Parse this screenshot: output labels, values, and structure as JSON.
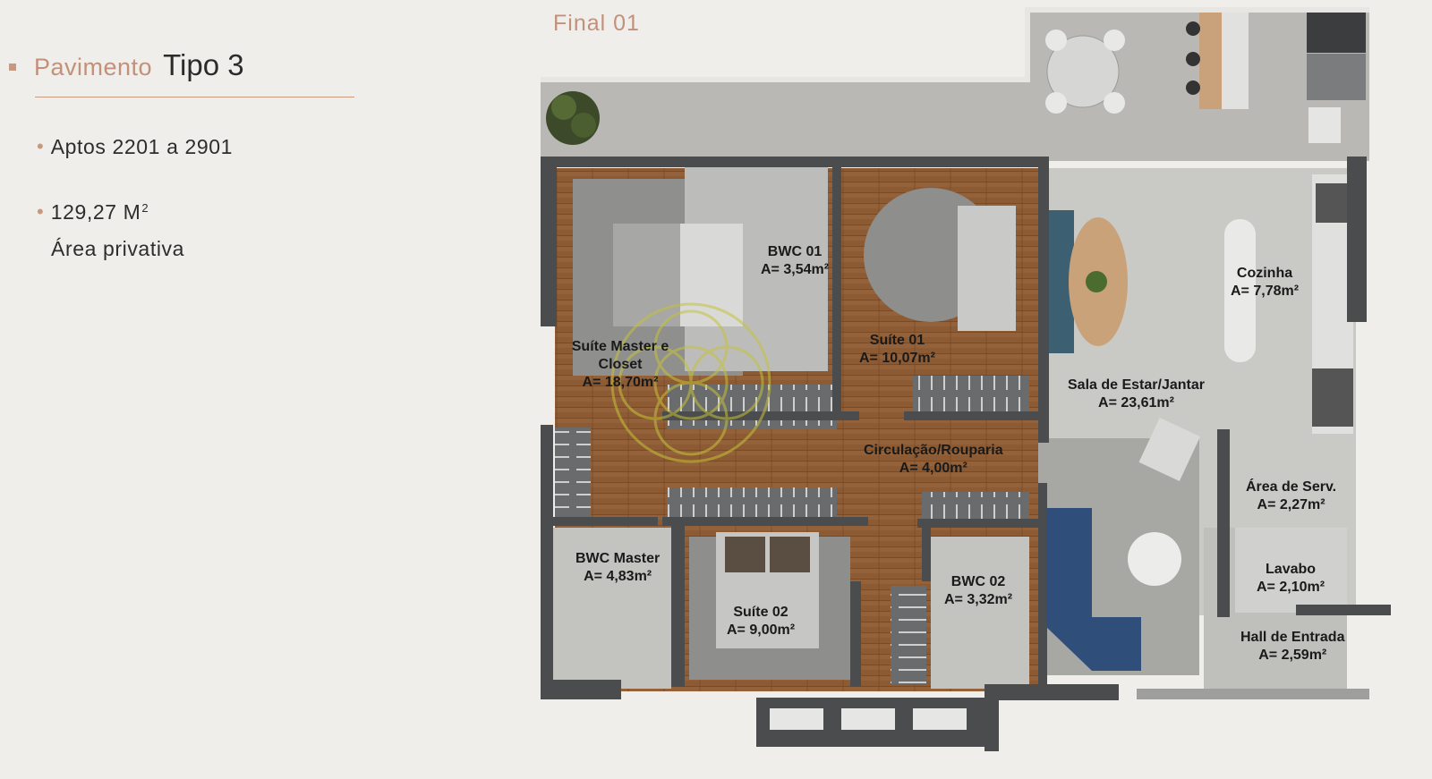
{
  "heading": {
    "prefix": "Pavimento",
    "title": "Tipo 3"
  },
  "bullets": {
    "units": "Aptos 2201 a 2901",
    "area_value": "129,27 M",
    "area_sup": "2",
    "area_label": "Área privativa"
  },
  "plan": {
    "final_label": "Final 01",
    "rooms": [
      {
        "name": "Suíte Master e Closet",
        "area": "A= 18,70m²"
      },
      {
        "name": "BWC 01",
        "area": "A= 3,54m²"
      },
      {
        "name": "Suíte 01",
        "area": "A= 10,07m²"
      },
      {
        "name": "Cozinha",
        "area": "A= 7,78m²"
      },
      {
        "name": "Sala de Estar/Jantar",
        "area": "A= 23,61m²"
      },
      {
        "name": "Circulação/Rouparia",
        "area": "A= 4,00m²"
      },
      {
        "name": "Área de Serv.",
        "area": "A= 2,27m²"
      },
      {
        "name": "BWC Master",
        "area": "A= 4,83m²"
      },
      {
        "name": "Suíte 02",
        "area": "A= 9,00m²"
      },
      {
        "name": "BWC 02",
        "area": "A= 3,32m²"
      },
      {
        "name": "Lavabo",
        "area": "A= 2,10m²"
      },
      {
        "name": "Hall de Entrada",
        "area": "A= 2,59m²"
      }
    ],
    "colors": {
      "wall": "#4a4c4e",
      "wood": "#8a5a32",
      "tile": "#c8c8c5",
      "terrace": "#b9b8b4",
      "sofa": "#2f4f7a",
      "accent": "#c3907a"
    }
  }
}
